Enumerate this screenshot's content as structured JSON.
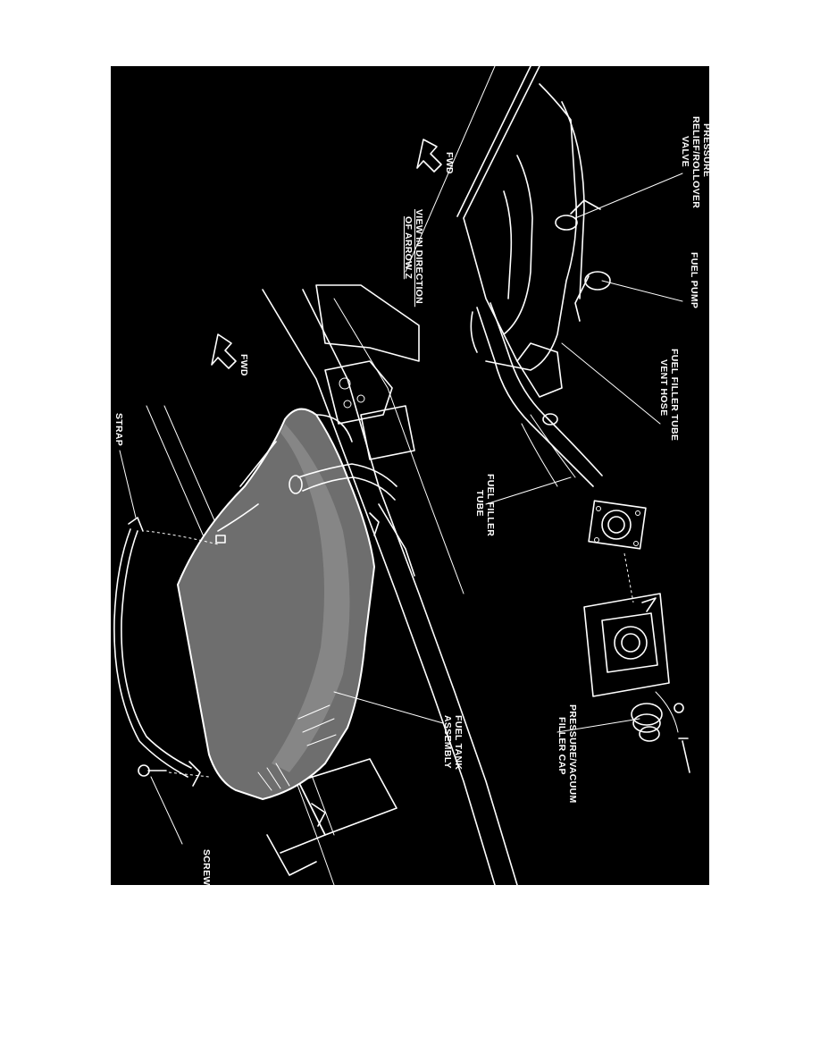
{
  "labels": {
    "pressure_relief_valve": [
      "PRESSURE",
      "RELIEF/ROLLOVER",
      "VALVE"
    ],
    "fuel_pump": "FUEL PUMP",
    "vent_hose": [
      "FUEL FILLER TUBE",
      "VENT HOSE"
    ],
    "filler_tube": [
      "FUEL FILLER",
      "TUBE"
    ],
    "filler_cap": [
      "PRESSURE/VACUUM",
      "FILLER CAP"
    ],
    "tank_assembly": [
      "FUEL TANK",
      "ASSEMBLY"
    ],
    "screw": "SCREW",
    "strap": "STRAP",
    "view_direction": [
      "VIEW IN DIRECTION",
      "OF ARROW Z"
    ],
    "fwd_top": "FWD",
    "fwd_main": "FWD"
  },
  "colors": {
    "background": "#000000",
    "lines": "#ffffff",
    "tank_fill": "#6e6e6e"
  }
}
